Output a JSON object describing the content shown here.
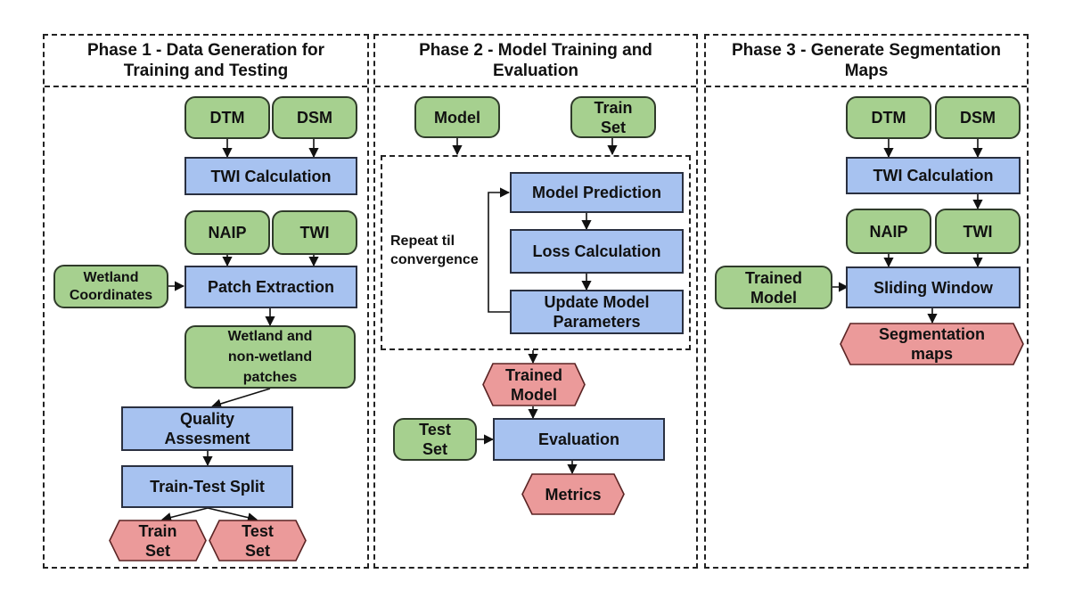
{
  "phases": {
    "p1": {
      "title": "Phase 1 - Data Generation for Training and Testing"
    },
    "p2": {
      "title": "Phase 2 - Model Training and Evaluation"
    },
    "p3": {
      "title": "Phase 3 - Generate Segmentation Maps"
    }
  },
  "nodes": {
    "p1_dtm": "DTM",
    "p1_dsm": "DSM",
    "p1_twi_calc": "TWI Calculation",
    "p1_naip": "NAIP",
    "p1_twi": "TWI",
    "p1_wetland_coords": "Wetland Coordinates",
    "p1_patch_extraction": "Patch Extraction",
    "p1_patches": "Wetland and non-wetland patches",
    "p1_quality": "Quality Assesment",
    "p1_split": "Train-Test Split",
    "p1_train_set": "Train Set",
    "p1_test_set": "Test Set",
    "p2_model": "Model",
    "p2_train_set": "Train Set",
    "p2_prediction": "Model Prediction",
    "p2_loss": "Loss Calculation",
    "p2_update": "Update Model Parameters",
    "p2_repeat_label": "Repeat til convergence",
    "p2_trained_model": "Trained Model",
    "p2_test_set": "Test Set",
    "p2_evaluation": "Evaluation",
    "p2_metrics": "Metrics",
    "p3_dtm": "DTM",
    "p3_dsm": "DSM",
    "p3_twi_calc": "TWI Calculation",
    "p3_naip": "NAIP",
    "p3_twi": "TWI",
    "p3_trained_model": "Trained Model",
    "p3_sliding_window": "Sliding Window",
    "p3_segmentation_maps": "Segmentation maps"
  },
  "colors": {
    "input_fill": "#a6d08f",
    "process_fill": "#a7c2f0",
    "output_fill": "#eb9a9a",
    "stroke": "#222222"
  }
}
